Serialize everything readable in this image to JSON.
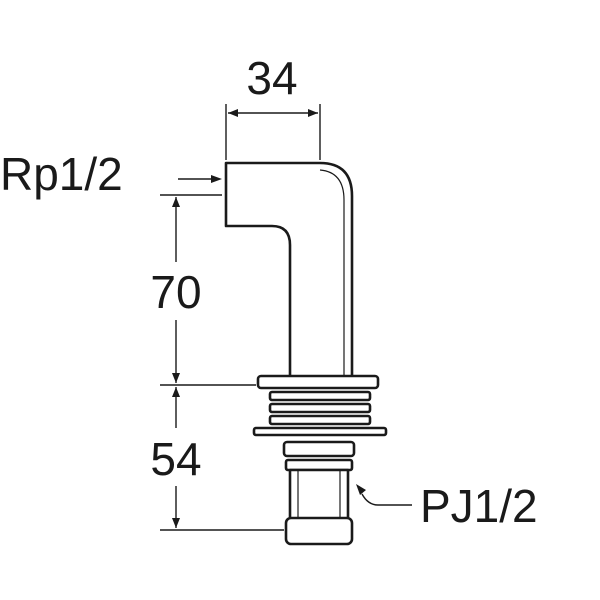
{
  "dimensions": {
    "top_width": "34",
    "upper_height": "70",
    "lower_height": "54"
  },
  "threads": {
    "inlet": "Rp1/2",
    "outlet": "PJ1/2"
  }
}
